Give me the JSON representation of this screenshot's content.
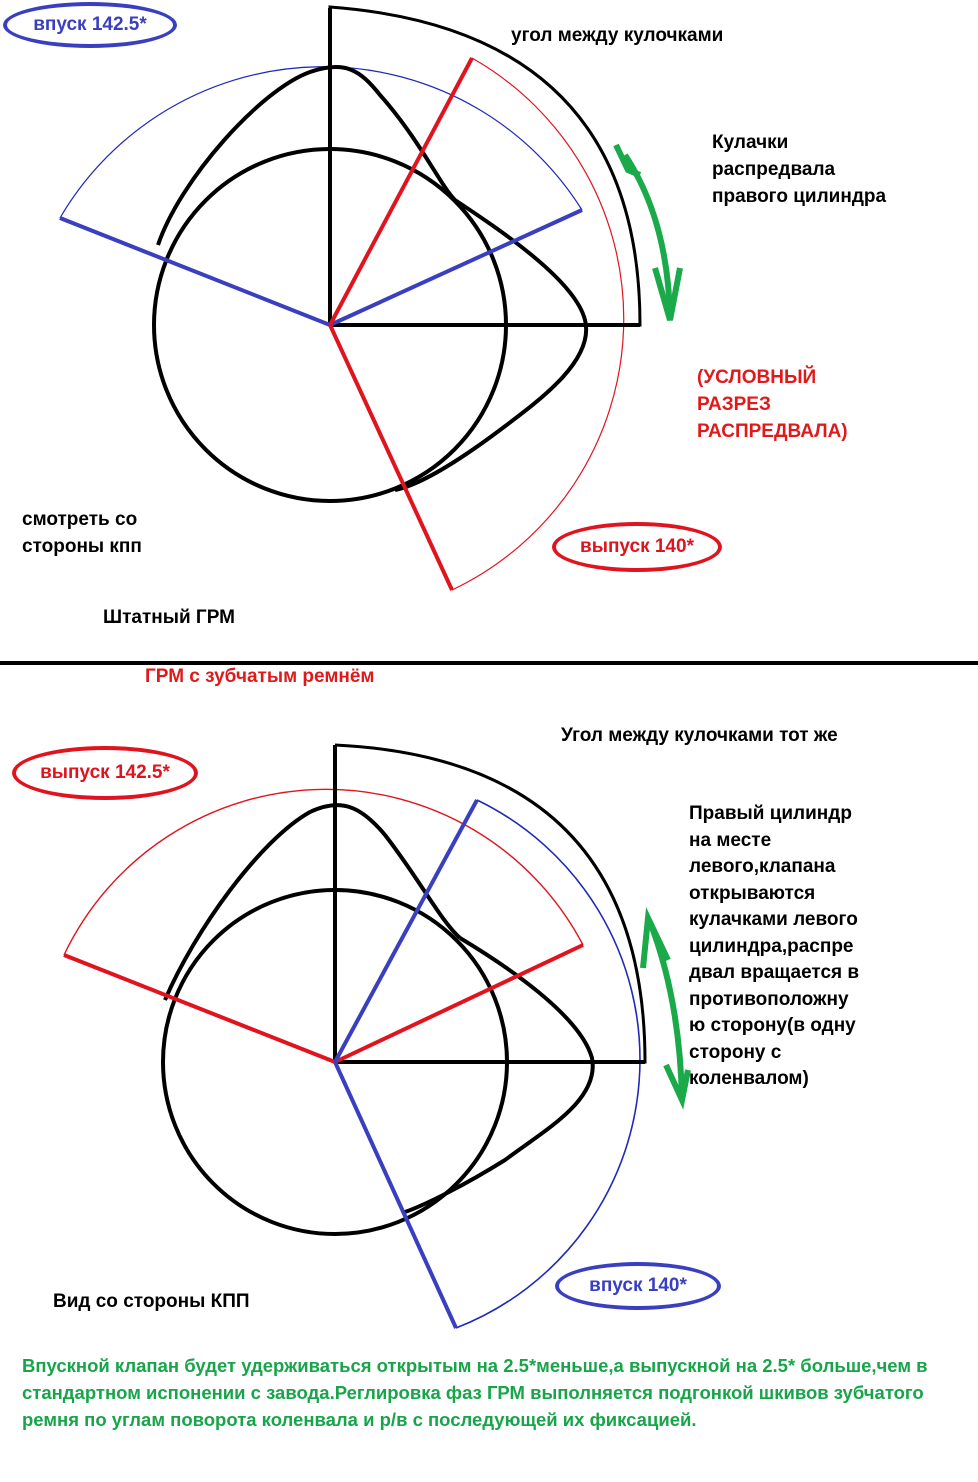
{
  "colors": {
    "black": "#000000",
    "red": "#e0141e",
    "blue": "#3a3fc0",
    "thin_blue": "#1f2bb8",
    "green": "#1aaa4a",
    "title_red": "#e01a1a",
    "footer_green": "#18a54a"
  },
  "top": {
    "intake_badge": "впуск 142.5*",
    "angle_label": "угол между кулочками",
    "cams_label": "Кулачки\nраспредвала\nправого цилиндра",
    "section_label": "(УСЛОВНЫЙ\nРАЗРЕЗ\nРАСПРЕДВАЛА)",
    "exhaust_badge": "выпуск 140*",
    "view_label": "смотреть со\nстороны кпп",
    "title": "Штатный ГРМ",
    "rotation_arrow": "arrow-clockwise-icon"
  },
  "bottom": {
    "title": "ГРМ с зубчатым ремнём",
    "angle_label": "Угол между кулочками тот же",
    "exhaust_badge": "выпуск 142.5*",
    "note": "Правый цилиндр\nна месте\nлевого,клапана\n открываются\n кулачками левого\n цилиндра,распре\n двал вращается в\n противоположну\n ю сторону(в одну\n сторону с\n коленвалом)",
    "intake_badge": "впуск 140*",
    "view_label": "Вид со стороны КПП",
    "rotation_arrow": "arrow-counterclockwise-icon"
  },
  "footer": {
    "text": "Впускной клапан будет удерживаться открытым на 2.5*меньше,а выпускной на 2.5* больше,чем в стандартном испонении с завода.Реглировка фаз ГРМ выполняется подгонкой шкивов зубчатого ремня по углам поворота коленвала и р/в с последующей их фиксацией."
  }
}
